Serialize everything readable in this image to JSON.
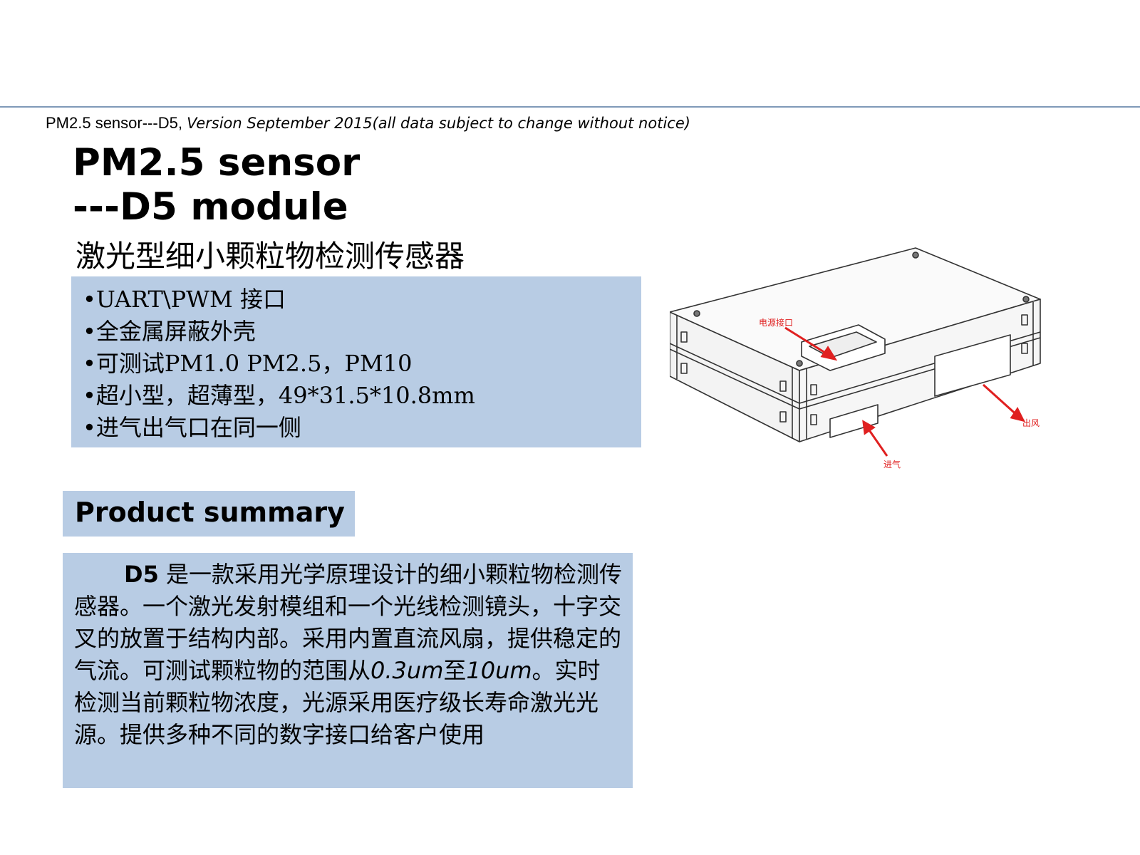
{
  "header": {
    "lead": "PM2.5 sensor---D5, ",
    "italic": "Version September  2015(all data subject to change without notice)"
  },
  "title": {
    "line1": "PM2.5 sensor",
    "line2": "---D5 module"
  },
  "subtitle": "激光型细小颗粒物检测传感器",
  "features": [
    "•UART\\PWM 接口",
    "•全金属屏蔽外壳",
    "•可测试PM1.0 PM2.5，PM10",
    "•超小型，超薄型，49*31.5*10.8mm",
    "•进气出气口在同一侧"
  ],
  "summary": {
    "label": "Product summary",
    "lead_bold": "D5",
    "text1": " 是一款采用光学原理设计的细小颗粒物检测传感器。一个激光发射模组和一个光线检测镜头，十字交叉的放置于结构内部。采用内置直流风扇，提供稳定的气流。可测试颗粒物的范围从",
    "range_low": "0.3um",
    "text2": "至",
    "range_high": "10um",
    "text3": "。实时检测当前颗粒物浓度，光源采用医疗级长寿命激光光源。提供多种不同的数字接口给客户使用"
  },
  "diagram": {
    "label_power": "电源接口",
    "label_outlet": "出风",
    "label_inlet": "进气",
    "accent_color": "#e02020"
  },
  "colors": {
    "box_fill": "#b8cce4",
    "rule": "#7f9ab8"
  }
}
